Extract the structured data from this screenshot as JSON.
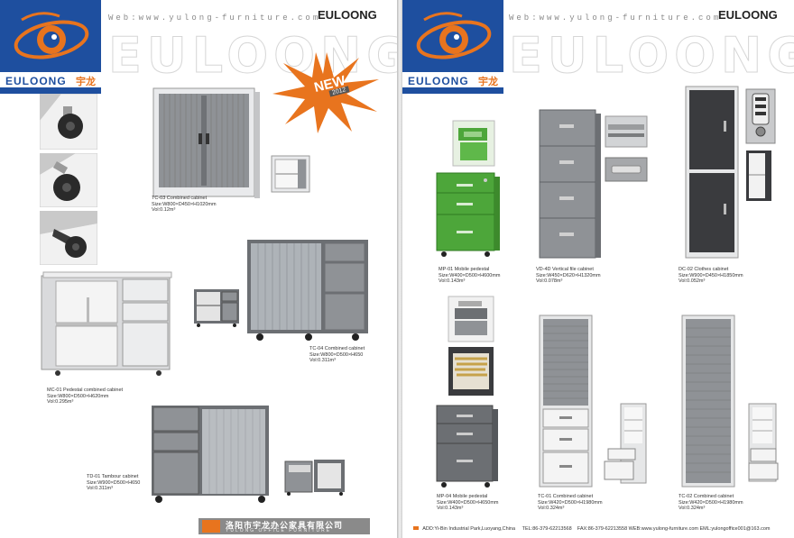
{
  "colors": {
    "brand_blue": "#1e4f9f",
    "brand_orange": "#e8741e",
    "cabinet_grey": "#8f9296",
    "cabinet_light": "#e9eaec",
    "cabinet_green": "#4da63a"
  },
  "left_page": {
    "logo": {
      "name": "EULOONG",
      "cn": "宇龙"
    },
    "web": "Web:www.yulong-furniture.com",
    "brand_small": "EULOONG",
    "ghost_word": "EULOONG",
    "badge": {
      "word": "NEW",
      "year": "2012"
    },
    "products": [
      {
        "name": "TC-03  Combined  cabinet",
        "size": "Size:W800×D450×H1020mm",
        "vol": "Vol:0.12m³"
      },
      {
        "name": "TC-04  Combined  cabinet",
        "size": "Size:W800×D500×H650",
        "vol": "Vol:0.311m³"
      },
      {
        "name": "MC-01  Pedestal combined  cabinet",
        "size": "Size:W800×D500×H620mm",
        "vol": "Vol:0.295m³"
      },
      {
        "name": "TD-01  Tambour cabinet",
        "size": "Size:W900×D500×H650",
        "vol": "Vol:0.311m³"
      }
    ],
    "footer": {
      "cn": "洛阳市宇龙办公家具有限公司",
      "en": "YULONG OFFICE FURNITURE"
    }
  },
  "right_page": {
    "logo": {
      "name": "EULOONG",
      "cn": "宇龙"
    },
    "web": "Web:www.yulong-furniture.com",
    "brand_small": "EULOONG",
    "ghost_word": "EULOONG",
    "products": [
      {
        "name": "MP-01  Mobile pedestal",
        "size": "Size:W400×D500×H600mm",
        "vol": "Vol:0.143m³"
      },
      {
        "name": "VD-4D  Vertical file  cabinet",
        "size": "Size:W450×D620×H1320mm",
        "vol": "Vol:0.078m³"
      },
      {
        "name": "DC-02  Clothes  cabinet",
        "size": "Size:W900×D450×H1850mm",
        "vol": "Vol:0.052m³"
      },
      {
        "name": "MP-04 Mobile pedestal",
        "size": "Size:W400×D500×H650mm",
        "vol": "Vol:0.143m³"
      },
      {
        "name": "TC-01  Combined  cabinet",
        "size": "Size:W420×D500×H1980mm",
        "vol": "Vol:0.324m³"
      },
      {
        "name": "TC-02  Combined  cabinet",
        "size": "Size:W420×D500×H1980mm",
        "vol": "Vol:0.324m³"
      }
    ],
    "footer": {
      "address": "ADD:Yi-Bin Industrial Park,Luoyang,China",
      "tel": "TEL:86-379-62213568",
      "fax": "FAX:86-379-62213558 WEB:www.yulong-furniture.com EML:yulongoffice001@163.com"
    }
  }
}
